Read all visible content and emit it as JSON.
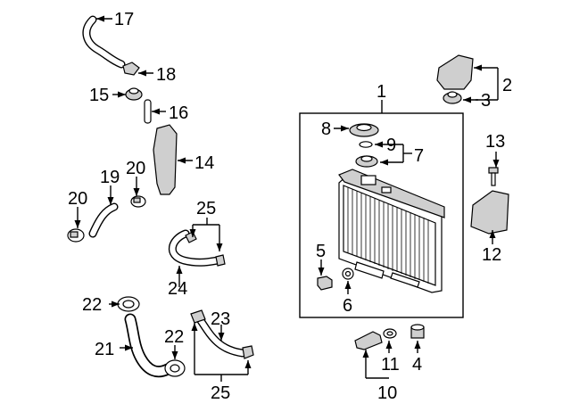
{
  "callouts": {
    "c1": "1",
    "c2": "2",
    "c3": "3",
    "c4": "4",
    "c5": "5",
    "c6": "6",
    "c7": "7",
    "c8": "8",
    "c9": "9",
    "c10": "10",
    "c11": "11",
    "c12": "12",
    "c13": "13",
    "c14": "14",
    "c15": "15",
    "c16": "16",
    "c17": "17",
    "c18": "18",
    "c19": "19",
    "c20a": "20",
    "c20b": "20",
    "c21": "21",
    "c22a": "22",
    "c22b": "22",
    "c23": "23",
    "c24": "24",
    "c25a": "25",
    "c25b": "25"
  }
}
